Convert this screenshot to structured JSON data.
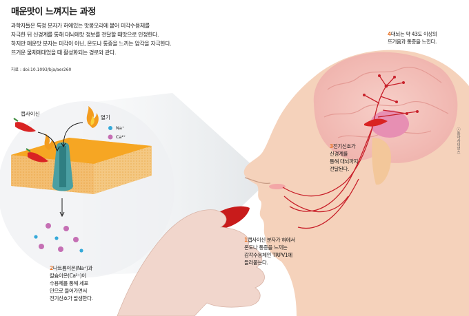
{
  "title": "매운맛이 느껴지는 과정",
  "intro_lines": [
    "과학자들은 특정 분자가 혀에있는 맛봉오리에 붙어 미각수용체를",
    "자극한 뒤 신경계를 통해 대뇌에맛 정보를 전달할 때맛으로 인정한다.",
    "하지만 매운맛 분자는 미각이 아닌, 온도나 통증을 느끼는 압각을 자극한다.",
    "뜨거운 물체에대었을 때 활성화되는 경로와 같다."
  ],
  "source": "자료 : doi:10.1093/bja/aer260",
  "labels": {
    "capsaicin": "캡사이신",
    "heat": "열기",
    "na": "Na⁺",
    "ca": "Ca²⁺"
  },
  "steps": [
    {
      "number": "1",
      "lines": [
        "캡사이신 분자가 혀에서",
        "온도나 통증을 느끼는",
        "감각수용체인 TRPV1에",
        "들러붙는다."
      ]
    },
    {
      "number": "2",
      "lines": [
        "나트륨이온(Na⁺)과",
        "칼슘이온(Ca²⁺)이",
        "수용체를 통해 세포",
        "안으로 들어가면서",
        "전기신호가 발생한다."
      ]
    },
    {
      "number": "3",
      "lines": [
        "전기신호가",
        "신경계를",
        "통해 대뇌까지",
        "전달된다."
      ]
    },
    {
      "number": "4",
      "lines": [
        "대뇌는 약 43도 이상의",
        "뜨거움과 통증을 느낀다."
      ]
    }
  ],
  "credit": "ⓒ동아사이언스",
  "colors": {
    "accent": "#e8762b",
    "chili": "#d92323",
    "nerve": "#c8202a",
    "skin": "#f5d2bb",
    "brain": "#f2bfb9",
    "membrane_top": "#f6a623",
    "channel": "#4a9fa2",
    "ion_na": "#35a9d9",
    "ion_ca": "#c56fb4"
  }
}
